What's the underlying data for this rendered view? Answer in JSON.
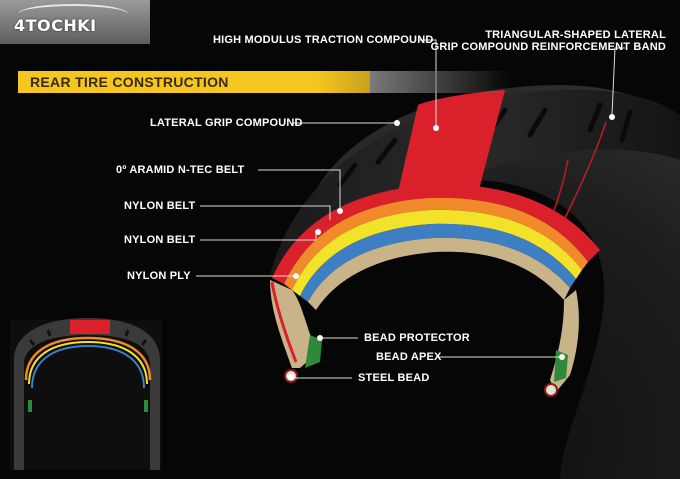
{
  "logo": {
    "text": "4TOCHKI"
  },
  "title": "REAR TIRE CONSTRUCTION",
  "labels": {
    "high_modulus": "HIGH MODULUS TRACTION COMPOUND",
    "triangular_line1": "TRIANGULAR-SHAPED LATERAL",
    "triangular_line2": "GRIP COMPOUND REINFORCEMENT BAND",
    "lateral_grip": "LATERAL GRIP COMPOUND",
    "aramid": "0º ARAMID N-TEC BELT",
    "nylon_belt_1": "NYLON BELT",
    "nylon_belt_2": "NYLON BELT",
    "nylon_ply": "NYLON PLY",
    "bead_protector": "BEAD PROTECTOR",
    "bead_apex": "BEAD APEX",
    "steel_bead": "STEEL BEAD"
  },
  "colors": {
    "title_bar": "#f4c61f",
    "traction_compound": "#d9202b",
    "aramid_belt": "#e2332e",
    "nylon_belt_orange": "#f08a2a",
    "nylon_belt_yellow": "#f2e22a",
    "nylon_ply_blue": "#3e7fc4",
    "inner_liner": "#c9b48a",
    "bead_protector": "#2e8a3a",
    "tread_dark": "#1b1b1b",
    "sidewall": "#262626"
  }
}
